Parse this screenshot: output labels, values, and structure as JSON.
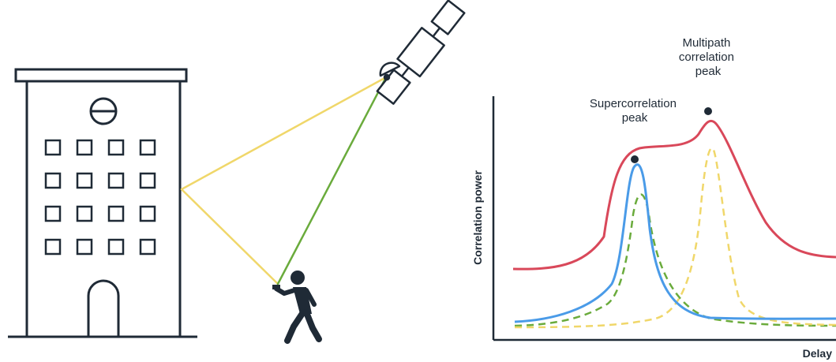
{
  "chart": {
    "ylabel": "Correlation power",
    "xlabel": "Delay",
    "annotations": {
      "supercorrelation": [
        "Supercorrelation",
        "peak"
      ],
      "multipath": [
        "Multipath",
        "correlation",
        "peak"
      ]
    }
  },
  "colors": {
    "ink": "#1f2a36",
    "direct_signal": "#6aab3c",
    "reflected_signal": "#f0d76a",
    "multipath_curve": "#d9485a",
    "supercorrelation_curve": "#4a9be8",
    "direct_dashed": "#6aab3c",
    "reflected_dashed": "#f0d76a"
  },
  "icons": [
    "building-icon",
    "satellite-icon",
    "pedestrian-icon"
  ]
}
